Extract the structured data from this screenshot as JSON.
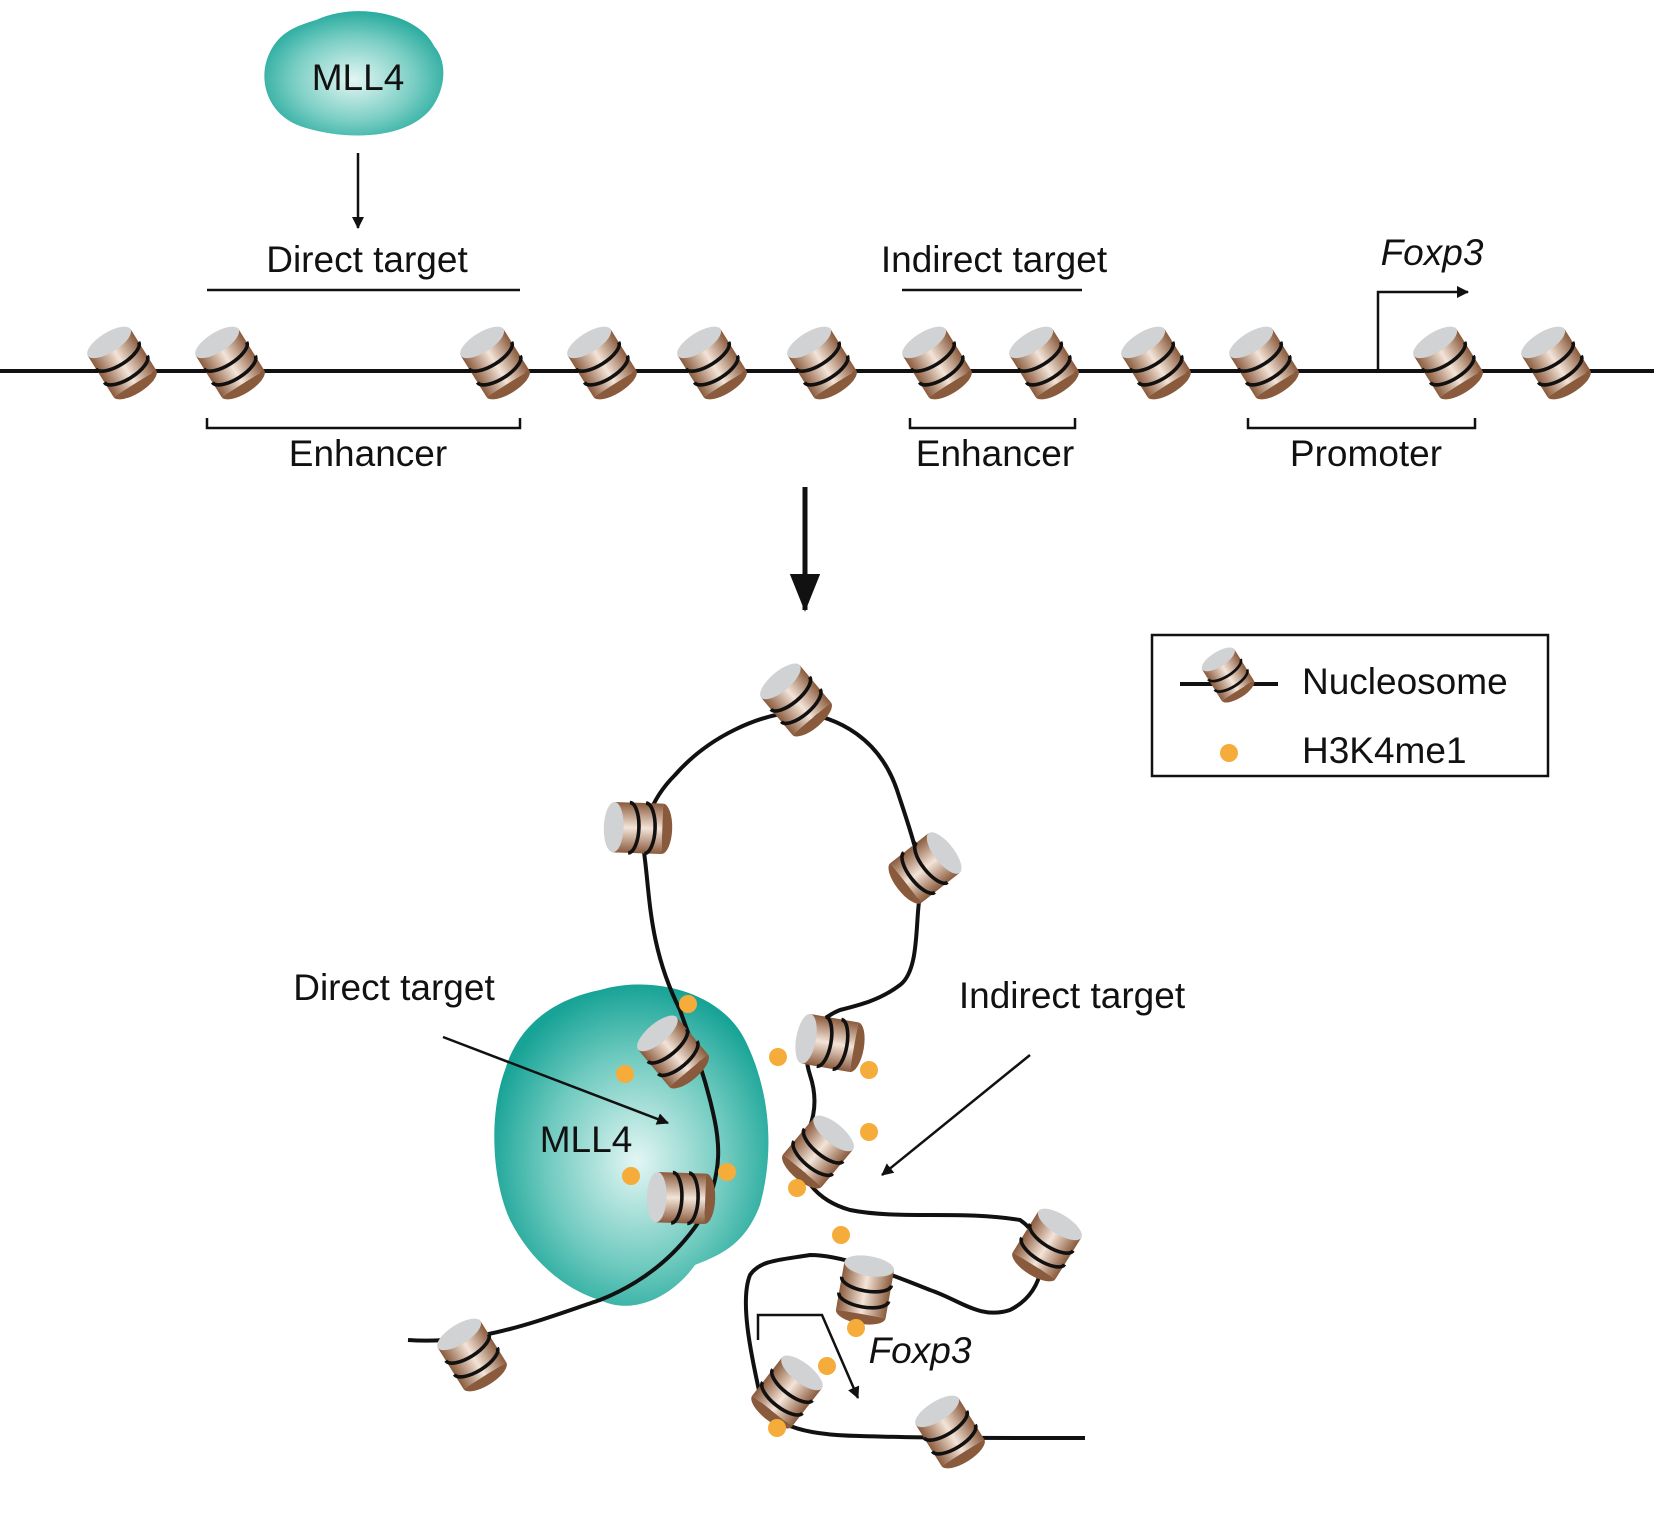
{
  "colors": {
    "mll4_teal": "#17a396",
    "mll4_light": "#e3f6f4",
    "nucleosome_brown": "#8a5a3c",
    "nucleosome_highlight": "#f3e4d8",
    "nucleosome_top": "#d0d2d4",
    "h3k4me1_orange": "#f6ac3a"
  },
  "top_panel": {
    "mll4_label": "MLL4",
    "direct_target_label": "Direct target",
    "indirect_target_label": "Indirect target",
    "gene_label": "Foxp3",
    "enhancer_label_1": "Enhancer",
    "enhancer_label_2": "Enhancer",
    "promoter_label": "Promoter"
  },
  "bottom_panel": {
    "mll4_label": "MLL4",
    "direct_target_label": "Direct target",
    "indirect_target_label": "Indirect target",
    "gene_label": "Foxp3"
  },
  "legend": {
    "nucleosome_label": "Nucleosome",
    "h3k4me1_label": "H3K4me1"
  },
  "icons": {
    "nucleosome": "nucleosome-icon",
    "h3k4me1": "h3k4me1-dot-icon",
    "arrow": "arrow-icon"
  }
}
